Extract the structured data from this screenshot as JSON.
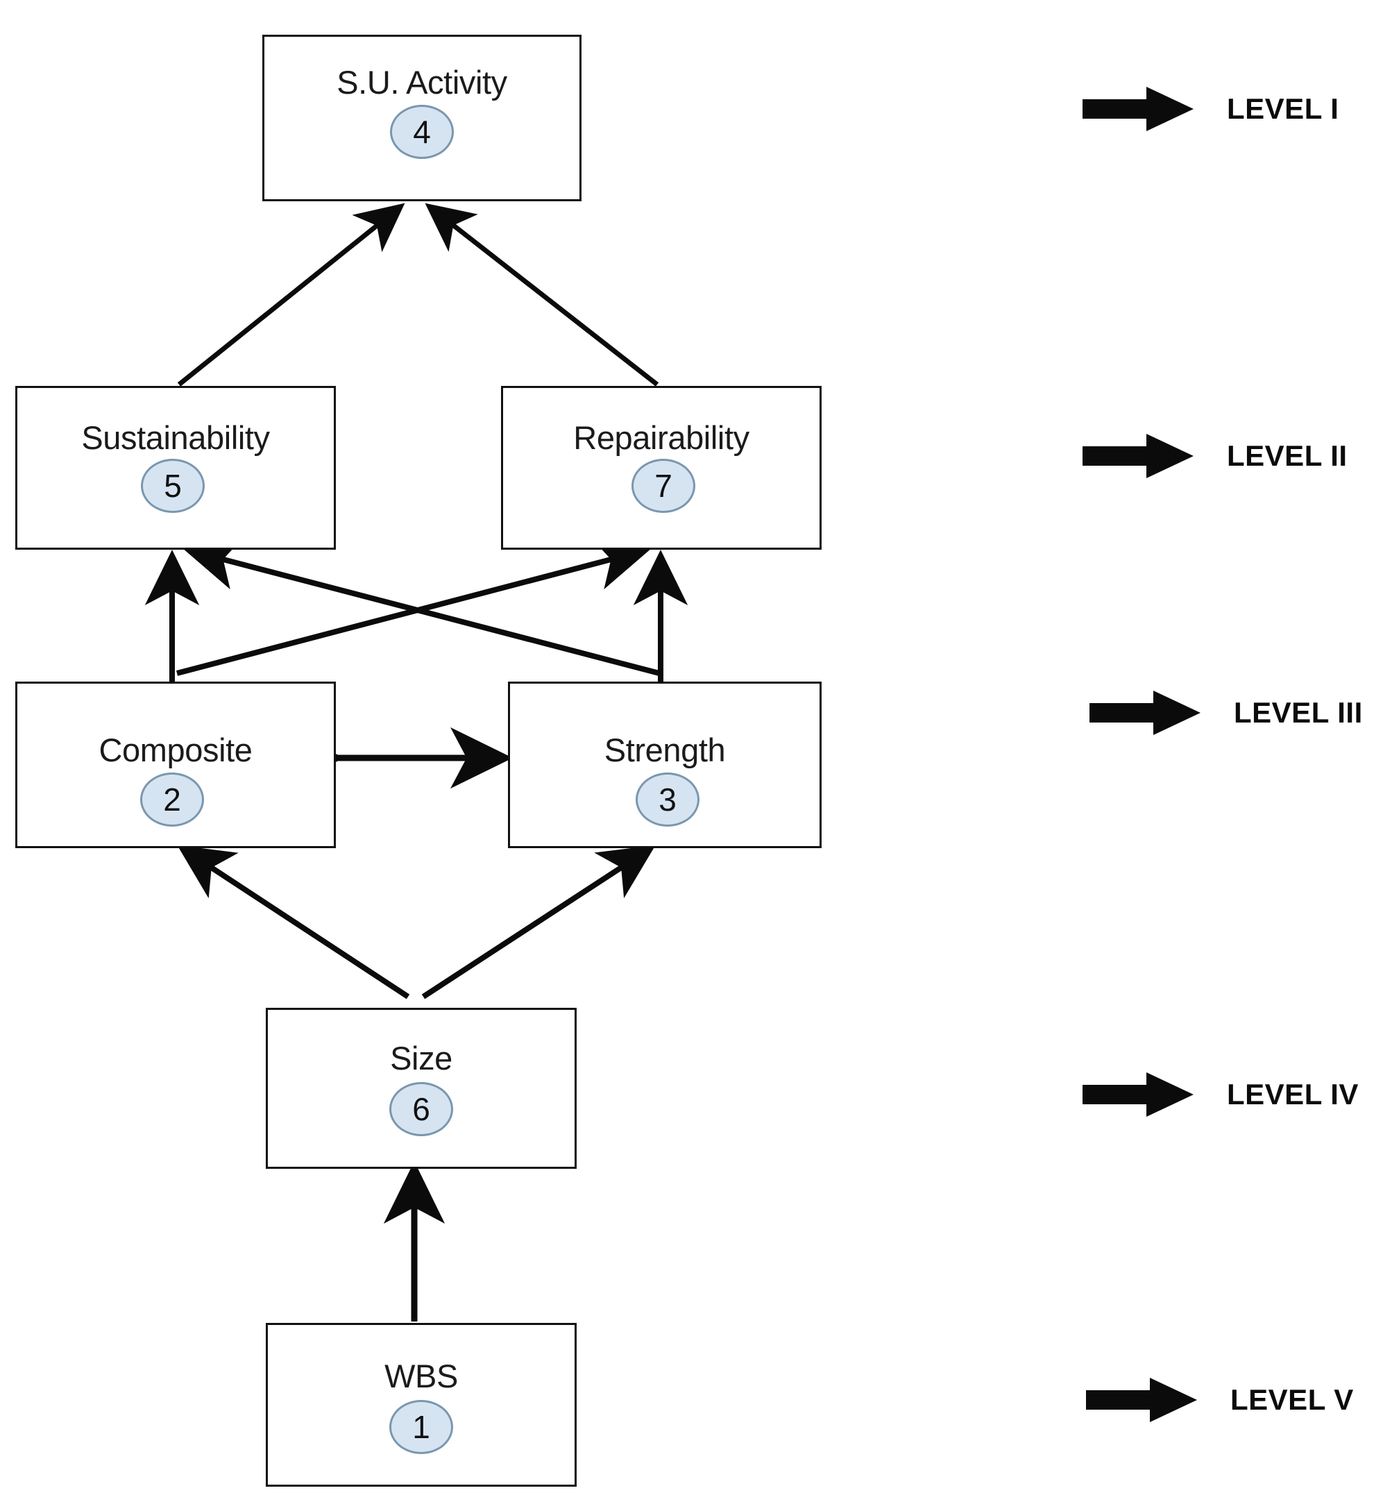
{
  "diagram": {
    "title": "Hierarchical level diagram",
    "colors": {
      "box_border": "#111111",
      "badge_fill": "#d6e4f2",
      "badge_border": "#7a97ae",
      "arrow": "#0b0b0b",
      "background": "#ffffff"
    },
    "nodes": [
      {
        "id": "su-activity",
        "label": "S.U. Activity",
        "number": "4",
        "level": "I"
      },
      {
        "id": "sustainability",
        "label": "Sustainability",
        "number": "5",
        "level": "II"
      },
      {
        "id": "repairability",
        "label": "Repairability",
        "number": "7",
        "level": "II"
      },
      {
        "id": "composite",
        "label": "Composite",
        "number": "2",
        "level": "III"
      },
      {
        "id": "strength",
        "label": "Strength",
        "number": "3",
        "level": "III"
      },
      {
        "id": "size",
        "label": "Size",
        "number": "6",
        "level": "IV"
      },
      {
        "id": "wbs",
        "label": "WBS",
        "number": "1",
        "level": "V"
      }
    ],
    "edges": [
      {
        "from": "sustainability",
        "to": "su-activity",
        "style": "single-arrow"
      },
      {
        "from": "repairability",
        "to": "su-activity",
        "style": "single-arrow"
      },
      {
        "from": "composite",
        "to": "sustainability",
        "style": "single-arrow"
      },
      {
        "from": "composite",
        "to": "repairability",
        "style": "single-arrow"
      },
      {
        "from": "strength",
        "to": "sustainability",
        "style": "single-arrow"
      },
      {
        "from": "strength",
        "to": "repairability",
        "style": "single-arrow"
      },
      {
        "from": "composite",
        "to": "strength",
        "style": "double-arrow"
      },
      {
        "from": "size",
        "to": "composite",
        "style": "single-arrow"
      },
      {
        "from": "size",
        "to": "strength",
        "style": "single-arrow"
      },
      {
        "from": "wbs",
        "to": "size",
        "style": "single-arrow"
      }
    ],
    "legend": [
      {
        "id": "level-1",
        "label": "LEVEL I"
      },
      {
        "id": "level-2",
        "label": "LEVEL II"
      },
      {
        "id": "level-3",
        "label": "LEVEL III"
      },
      {
        "id": "level-4",
        "label": "LEVEL IV"
      },
      {
        "id": "level-5",
        "label": "LEVEL V"
      }
    ]
  }
}
